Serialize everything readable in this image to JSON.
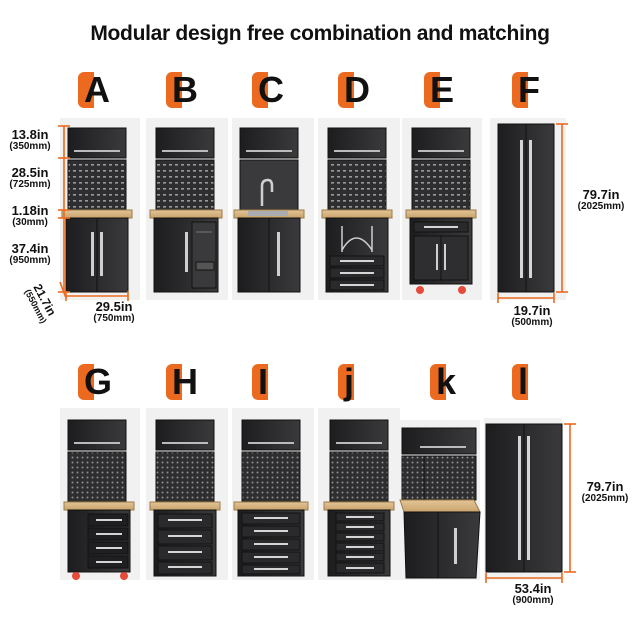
{
  "title": "Modular design free combination and matching",
  "accent_color": "#ec6a1f",
  "cabinet_color": "#2b2b2d",
  "worktop_color": "#d8b886",
  "row1": {
    "labels": [
      "A",
      "B",
      "C",
      "D",
      "E",
      "F"
    ]
  },
  "row2": {
    "labels": [
      "G",
      "H",
      "I",
      "j",
      "k",
      "l"
    ]
  },
  "dims": {
    "top_cabinet_in": "13.8in",
    "top_cabinet_mm": "(350mm)",
    "pegboard_in": "28.5in",
    "pegboard_mm": "(725mm)",
    "worktop_in": "1.18in",
    "worktop_mm": "(30mm)",
    "base_in": "37.4in",
    "base_mm": "(950mm)",
    "depth_in": "21.7in",
    "depth_mm": "(550mm)",
    "width_in": "29.5in",
    "width_mm": "(750mm)",
    "f_height_in": "79.7in",
    "f_height_mm": "(2025mm)",
    "f_width_in": "19.7in",
    "f_width_mm": "(500mm)",
    "l_height_in": "79.7in",
    "l_height_mm": "(2025mm)",
    "l_width_in": "53.4in",
    "l_width_mm": "(900mm)"
  }
}
